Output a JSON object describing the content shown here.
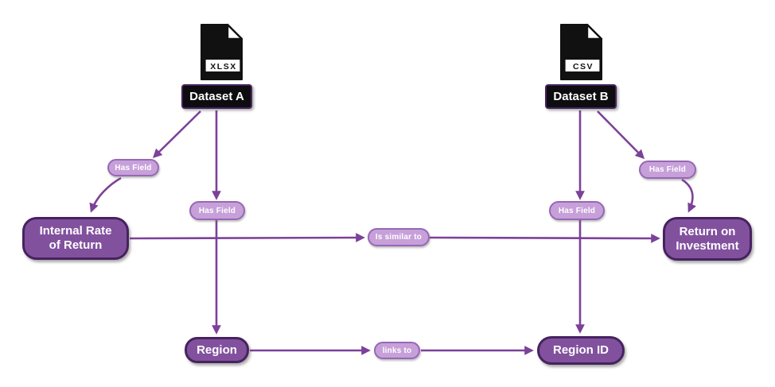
{
  "diagram": {
    "background": "#ffffff",
    "colors": {
      "edge": "#7c4199",
      "field_node_fill": "#82519e",
      "field_node_border": "#46235f",
      "field_node_text": "#ffffff",
      "edge_label_fill": "#c7a0da",
      "edge_label_border": "#9668b5",
      "edge_label_text": "#ffffff",
      "dataset_fill": "#0d0c0f",
      "dataset_border": "#46245f",
      "dataset_text": "#ffffff",
      "file_icon_fill": "#111111"
    },
    "datasets": [
      {
        "id": "dataset-a",
        "label": "Dataset A",
        "file_type": "XLSX"
      },
      {
        "id": "dataset-b",
        "label": "Dataset B",
        "file_type": "CSV"
      }
    ],
    "fields": [
      {
        "id": "irr",
        "label": "Internal Rate of Return"
      },
      {
        "id": "roi",
        "label": "Return on Investment"
      },
      {
        "id": "region",
        "label": "Region"
      },
      {
        "id": "region-id",
        "label": "Region ID"
      }
    ],
    "edges": [
      {
        "from": "Dataset A",
        "label": "Has Field",
        "to": "Internal Rate of Return"
      },
      {
        "from": "Dataset A",
        "label": "Has Field",
        "to": "Region"
      },
      {
        "from": "Dataset B",
        "label": "Has Field",
        "to": "Region ID"
      },
      {
        "from": "Dataset B",
        "label": "Has Field",
        "to": "Return on Investment"
      },
      {
        "from": "Internal Rate of Return",
        "label": "Is similar to",
        "to": "Return on Investment"
      },
      {
        "from": "Region",
        "label": "links to",
        "to": "Region ID"
      }
    ]
  }
}
